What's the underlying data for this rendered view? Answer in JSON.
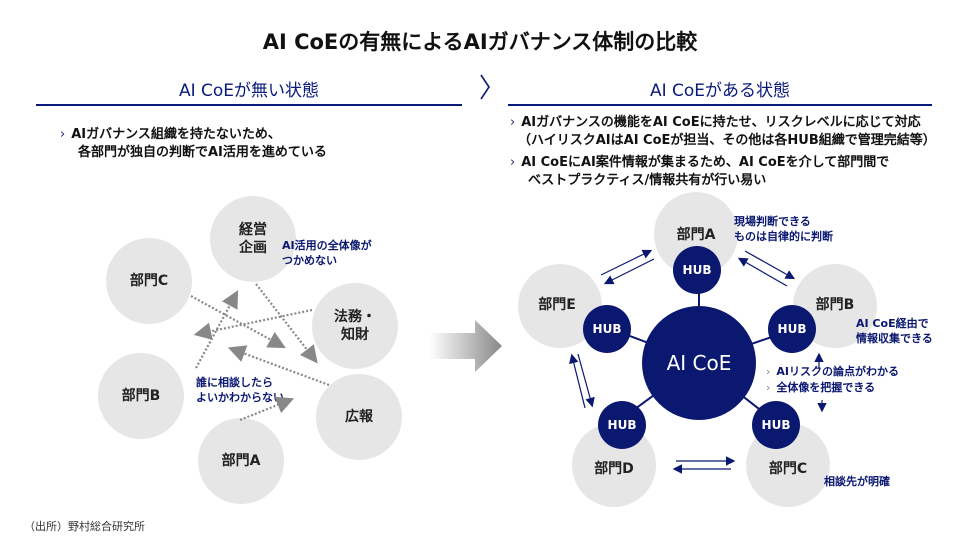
{
  "title": "AI CoEの有無によるAIガバナンス体制の比較",
  "left_section": {
    "heading": "AI CoEが無い状態",
    "bullets": [
      {
        "line1": "AIガバナンス組織を持たないため、",
        "line2": "各部門が独自の判断でAI活用を進めている"
      }
    ],
    "nodes": {
      "keiei": "経営\n企画",
      "bumon_c": "部門C",
      "houmu": "法務・\n知財",
      "bumon_b": "部門B",
      "kouhou": "広報",
      "bumon_a": "部門A"
    },
    "notes": {
      "overall": "AI活用の全体像が\nつかめない",
      "consult": "誰に相談したら\nよいかわからない"
    }
  },
  "separator_icon": "chevron-right",
  "right_section": {
    "heading": "AI CoEがある状態",
    "bullets": [
      {
        "line1": "AIガバナンスの機能をAI CoEに持たせ、リスクレベルに応じて対応",
        "line2": "（ハイリスクAIはAI CoEが担当、その他は各HUB組織で管理完結等）"
      },
      {
        "line1": "AI CoEにAI案件情報が集まるため、AI CoEを介して部門間で",
        "line2": "ベストプラクティス/情報共有が行い易い"
      }
    ],
    "center": "AI CoE",
    "hub_label": "HUB",
    "nodes": {
      "a": "部門A",
      "b": "部門B",
      "c": "部門C",
      "d": "部門D",
      "e": "部門E"
    },
    "notes": {
      "autonomous": "現場判断できる\nものは自律的に判断",
      "via_coe": "AI CoE経由で\n情報収集できる",
      "risk_points": "AIリスクの論点がわかる",
      "overview": "全体像を把握できる",
      "clear_contact": "相談先が明確"
    }
  },
  "source": "（出所）野村総合研究所",
  "colors": {
    "navy": "#0b1870",
    "circle_gray": "#e6e6e6",
    "dotted_gray": "#888888"
  }
}
